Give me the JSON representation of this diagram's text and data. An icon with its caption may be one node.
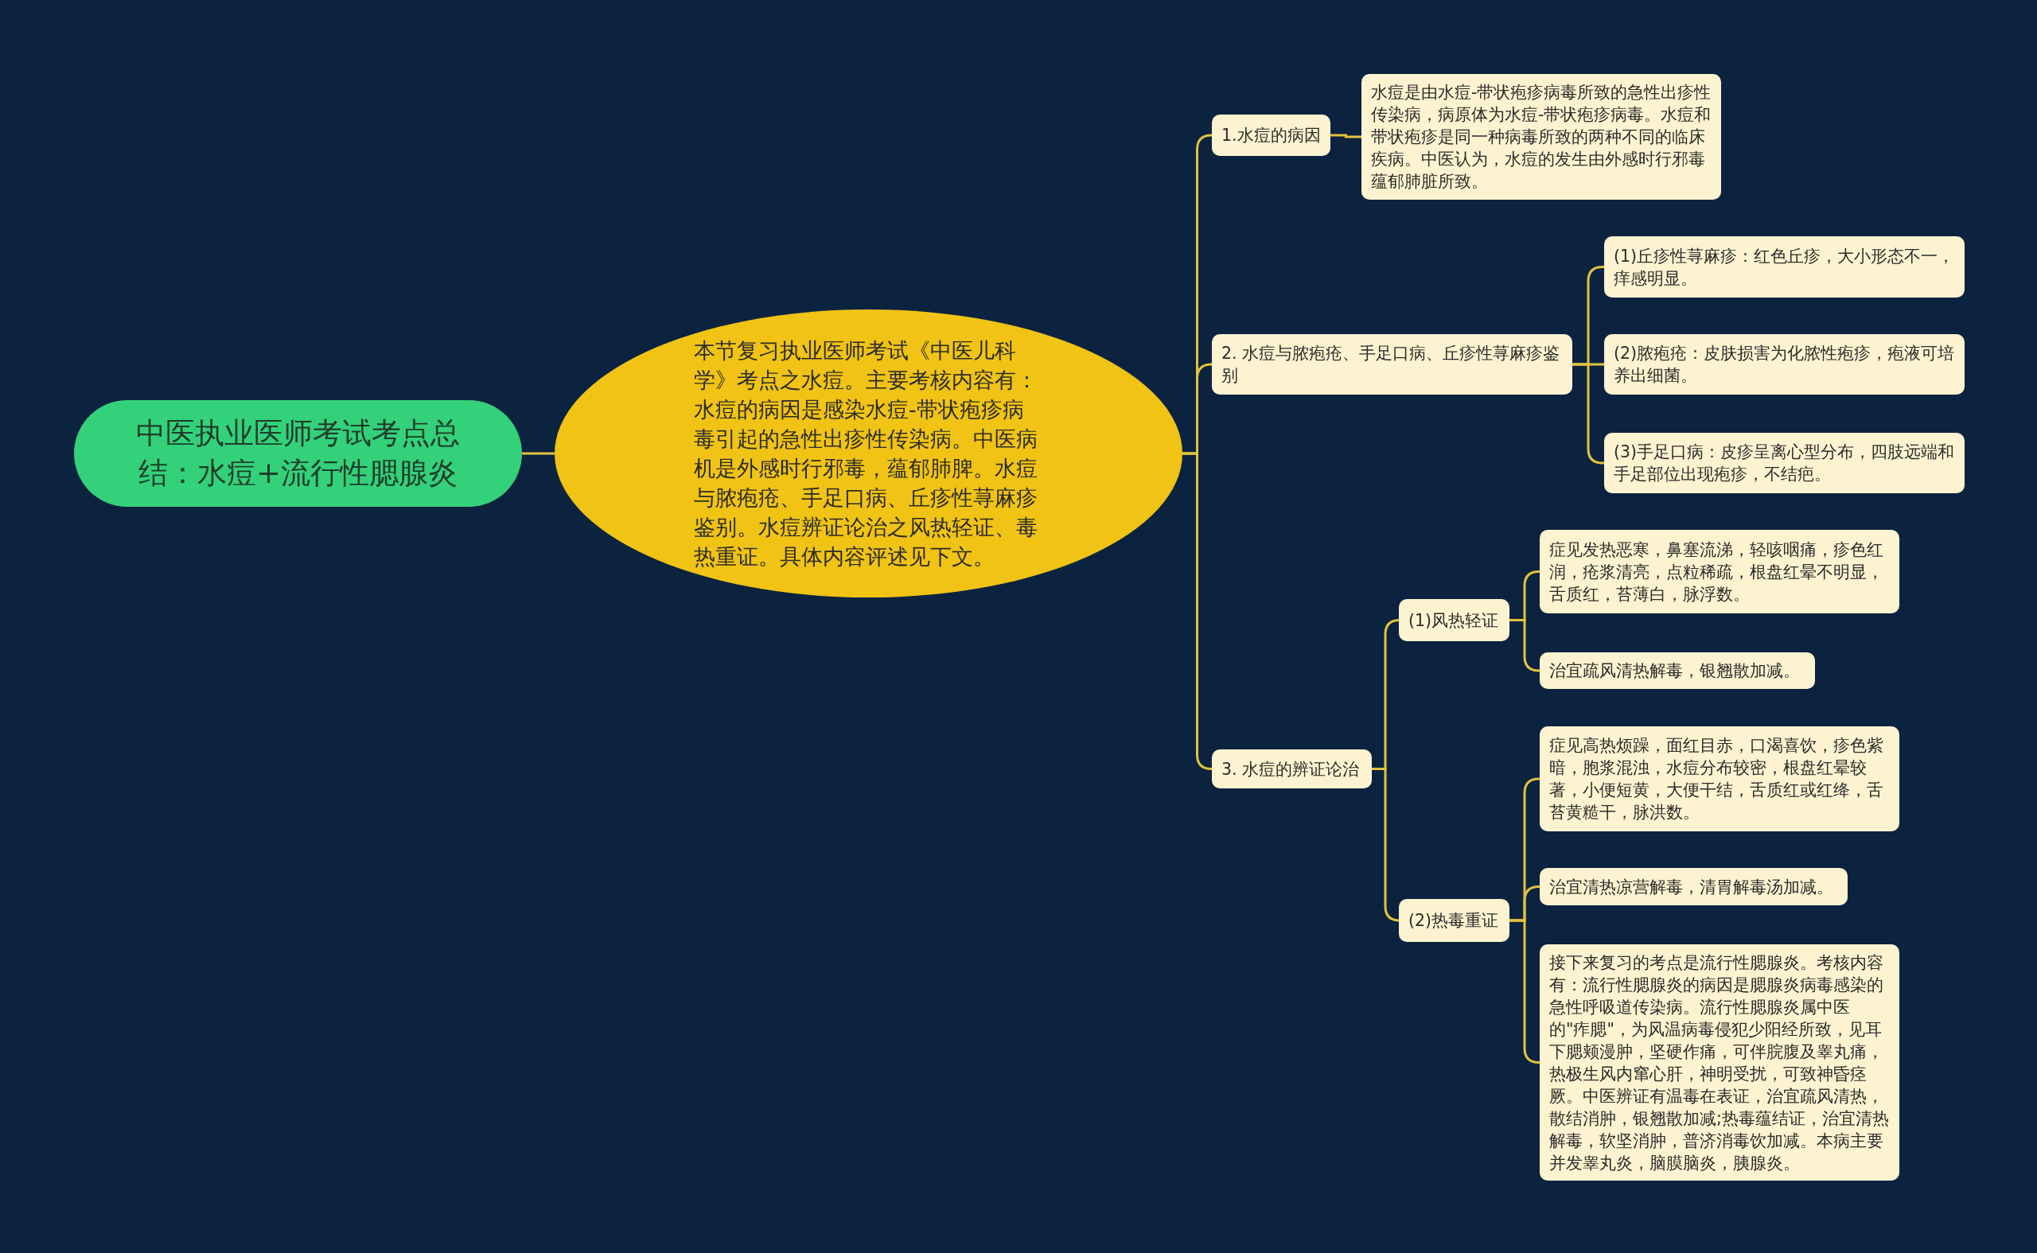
{
  "diagram": {
    "nodes": [
      {
        "text": [
          "中医执业医师考试考点总结：水痘+流行性腮腺炎"
        ]
      },
      {
        "text": [
          "本节复习执业医师考试《中医儿科学》考点之水痘。主要考核内容有：水痘的病因是感染水痘-带状疱疹病毒引起的急性出疹性传染病。中医病机是外感时行邪毒，蕴郁肺脾。水痘与脓疱疮、手足口病、丘疹性荨麻疹鉴别。水痘辨证论治之风热轻证、毒热重证。具体内容评述见下文。"
        ]
      },
      {
        "text": [
          "1.水痘的病因"
        ]
      },
      {
        "text": [
          "水痘是由水痘-带状疱疹病毒所致的急性出疹性传染病，病原体为水痘-带状疱疹病毒。水痘和带状疱疹是同一种病毒所致的两种不同的临床疾病。中医认为，水痘的发生由外感时行邪毒蕴郁肺脏所致。"
        ]
      },
      {
        "text": [
          "2. 水痘与脓疱疮、手足口病、丘疹性荨麻疹鉴别"
        ]
      },
      {
        "text": [
          "(1)丘疹性荨麻疹：红色丘疹，大小形态不一，痒感明显。"
        ]
      },
      {
        "text": [
          "(2)脓疱疮：皮肤损害为化脓性疱疹，疱液可培养出细菌。"
        ]
      },
      {
        "text": [
          "(3)手足口病：皮疹呈离心型分布，四肢远端和手足部位出现疱疹，不结疤。"
        ]
      },
      {
        "text": [
          "3. 水痘的辨证论治"
        ]
      },
      {
        "text": [
          "(1)风热轻证"
        ]
      },
      {
        "text": [
          "症见发热恶寒，鼻塞流涕，轻咳咽痛，疹色红润，疮浆清亮，点粒稀疏，根盘红晕不明显，舌质红，苔薄白，脉浮数。"
        ]
      },
      {
        "text": [
          "治宜疏风清热解毒，银翘散加减。"
        ]
      },
      {
        "text": [
          "(2)热毒重证"
        ]
      },
      {
        "text": [
          "症见高热烦躁，面红目赤，口渴喜饮，疹色紫暗，胞浆混浊，水痘分布较密，根盘红晕较著，小便短黄，大便干结，舌质红或红绛，舌苔黄糙干，脉洪数。"
        ]
      },
      {
        "text": [
          "治宜清热凉营解毒，清胃解毒汤加减。"
        ]
      },
      {
        "text": [
          "接下来复习的考点是流行性腮腺炎。考核内容有：流行性腮腺炎的病因是腮腺炎病毒感染的急性呼吸道传染病。流行性腮腺炎属中医的\"痄腮\"，为风温病毒侵犯少阳经所致，见耳下腮颊漫肿，坚硬作痛，可伴脘腹及睾丸痛，热极生风内窜心肝，神明受扰，可致神昏痉厥。中医辨证有温毒在表证，治宜疏风清热，散结消肿，银翘散加减;热毒蕴结证，治宜清热解毒，软坚消肿，普济消毒饮加减。本病主要并发睾丸炎，脑膜脑炎，胰腺炎。"
        ]
      }
    ],
    "edges": [
      {
        "from": 0,
        "to": 1,
        "arrow": "none"
      },
      {
        "from": 1,
        "to": 2,
        "arrow": "none"
      },
      {
        "from": 1,
        "to": 4,
        "arrow": "none"
      },
      {
        "from": 1,
        "to": 8,
        "arrow": "none"
      },
      {
        "from": 2,
        "to": 3,
        "arrow": "none"
      },
      {
        "from": 4,
        "to": 5,
        "arrow": "none"
      },
      {
        "from": 4,
        "to": 6,
        "arrow": "none"
      },
      {
        "from": 4,
        "to": 7,
        "arrow": "none"
      },
      {
        "from": 8,
        "to": 9,
        "arrow": "none"
      },
      {
        "from": 8,
        "to": 12,
        "arrow": "none"
      },
      {
        "from": 9,
        "to": 10,
        "arrow": "none"
      },
      {
        "from": 9,
        "to": 11,
        "arrow": "none"
      },
      {
        "from": 12,
        "to": 13,
        "arrow": "none"
      },
      {
        "from": 12,
        "to": 14,
        "arrow": "none"
      },
      {
        "from": 12,
        "to": 15,
        "arrow": "none"
      }
    ]
  }
}
